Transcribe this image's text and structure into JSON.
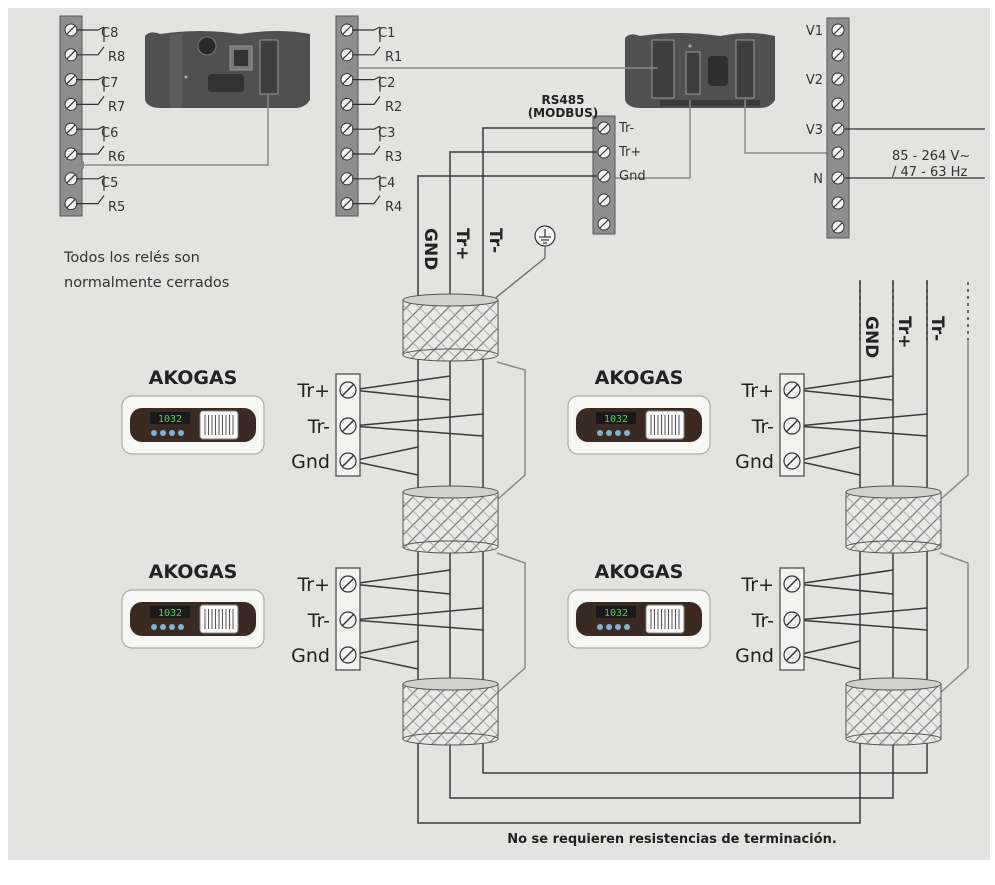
{
  "relay_groups": {
    "left": [
      "C8",
      "R8",
      "C7",
      "R7",
      "C6",
      "R6",
      "C5",
      "R5"
    ],
    "middle": [
      "C1",
      "R1",
      "C2",
      "R2",
      "C3",
      "R3",
      "C4",
      "R4"
    ]
  },
  "power_terminals": [
    "V1",
    "V2",
    "V3",
    "N"
  ],
  "power_label": [
    "85 - 264 V~",
    "/ 47 - 63 Hz"
  ],
  "rs485": {
    "title": "RS485",
    "subtitle": "(MODBUS)",
    "terminals": [
      "Tr-",
      "Tr+",
      "Gnd"
    ]
  },
  "relay_note": [
    "Todos los relés son",
    "normalmente cerrados"
  ],
  "cable_labels": [
    "GND",
    "Tr+",
    "Tr-"
  ],
  "devices": {
    "name": "AKOGAS",
    "display_value": "1032",
    "terminals": [
      "Tr+",
      "Tr-",
      "Gnd"
    ]
  },
  "footer_note": "No se requieren resistencias de terminación.",
  "colors": {
    "background": "#e3e3e1",
    "terminal_block": "#8e8e8e",
    "wire": "#3a3a3a",
    "connector_line": "#8a8a8a",
    "module": "#505050"
  }
}
